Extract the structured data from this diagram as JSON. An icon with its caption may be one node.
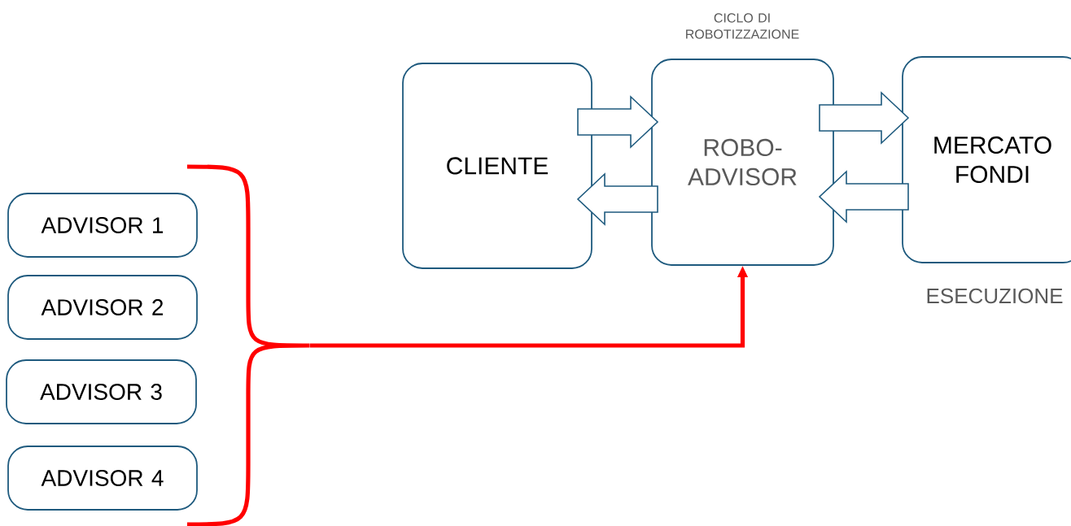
{
  "diagram": {
    "nodes": [
      {
        "text": [
          "CLIENTE"
        ]
      },
      {
        "text": [
          "ROBO-ADVISOR"
        ],
        "beside": [
          "CICLO DI ROBOTIZZAZIONE"
        ]
      },
      {
        "text": [
          "MERCATO FONDI"
        ],
        "beside": [
          "ESECUZIONE"
        ]
      },
      {
        "text": [
          "ADVISOR 1"
        ]
      },
      {
        "text": [
          "ADVISOR 2"
        ]
      },
      {
        "text": [
          "ADVISOR 3"
        ]
      },
      {
        "text": [
          "ADVISOR 4"
        ]
      },
      {
        "text": [],
        "shape": "bracket"
      }
    ],
    "edges": [
      {
        "from": 0,
        "to": 1,
        "arrow": "to"
      },
      {
        "from": 1,
        "to": 0,
        "arrow": "to"
      },
      {
        "from": 1,
        "to": 2,
        "arrow": "to"
      },
      {
        "from": 2,
        "to": 1,
        "arrow": "to"
      },
      {
        "from": 7,
        "to": 1,
        "arrow": "to",
        "color": "#ff0000"
      }
    ]
  }
}
